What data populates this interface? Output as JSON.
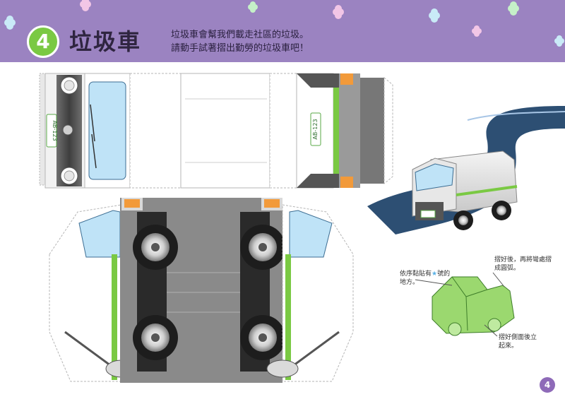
{
  "header": {
    "number": "4",
    "title": "垃圾車",
    "description_line1": "垃圾車會幫我們載走社區的垃圾。",
    "description_line2": "請動手試著摺出勤勞的垃圾車吧！"
  },
  "cutout": {
    "plate_text": "AB-123"
  },
  "instructions": {
    "step1_line1": "依序黏貼有",
    "step1_line1b": "號的",
    "step1_line2": "地方。",
    "step2_line1": "摺好後，再將彎處摺",
    "step2_line2": "成圓弧。",
    "step3_line1": "摺好側面後立",
    "step3_line2": "起來。"
  },
  "page_number": "4",
  "colors": {
    "banner": "#9b83c1",
    "badge": "#7ac943",
    "accent_green": "#7ac943",
    "truck_gray": "#8a8a8a",
    "window_blue": "#bfe3f7",
    "road": "#2d4f73"
  },
  "icons": [
    "flower-clover-icon",
    "star-icon"
  ]
}
